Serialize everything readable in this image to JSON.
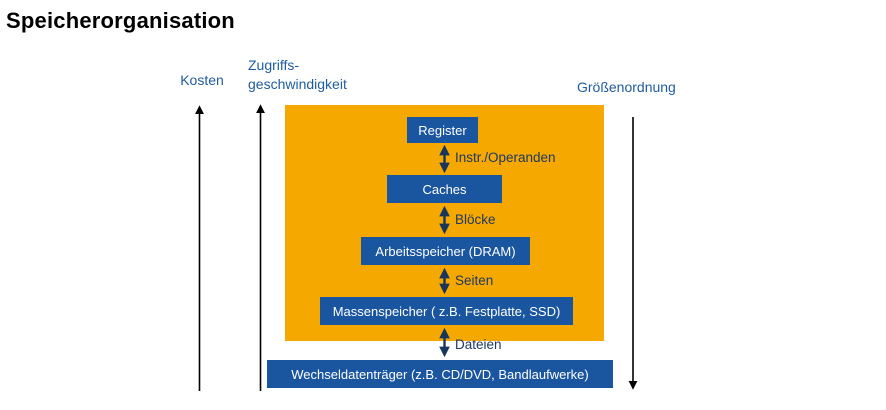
{
  "title": "Speicherorganisation",
  "axes": {
    "kosten": "Kosten",
    "zugriffsgeschwindigkeit_line1": "Zugriffs-",
    "zugriffsgeschwindigkeit_line2": "geschwindigkeit",
    "groessenordnung": "Größenordnung"
  },
  "hierarchy": {
    "levels": [
      {
        "label": "Register"
      },
      {
        "label": "Caches"
      },
      {
        "label": "Arbeitsspeicher (DRAM)"
      },
      {
        "label": "Massenspeicher ( z.B. Festplatte, SSD)"
      },
      {
        "label": "Wechseldatenträger (z.B. CD/DVD, Bandlaufwerke)"
      }
    ],
    "transfers": [
      {
        "label": "Instr./Operanden"
      },
      {
        "label": "Blöcke"
      },
      {
        "label": "Seiten"
      },
      {
        "label": "Dateien"
      }
    ]
  },
  "colors": {
    "orange_background": "#F5A800",
    "box_blue": "#1A55A0",
    "axis_label_blue": "#1F5C9E",
    "transfer_navy": "#1F3864",
    "double_arrow_navy": "#17365D",
    "long_arrow_black": "#000000"
  }
}
